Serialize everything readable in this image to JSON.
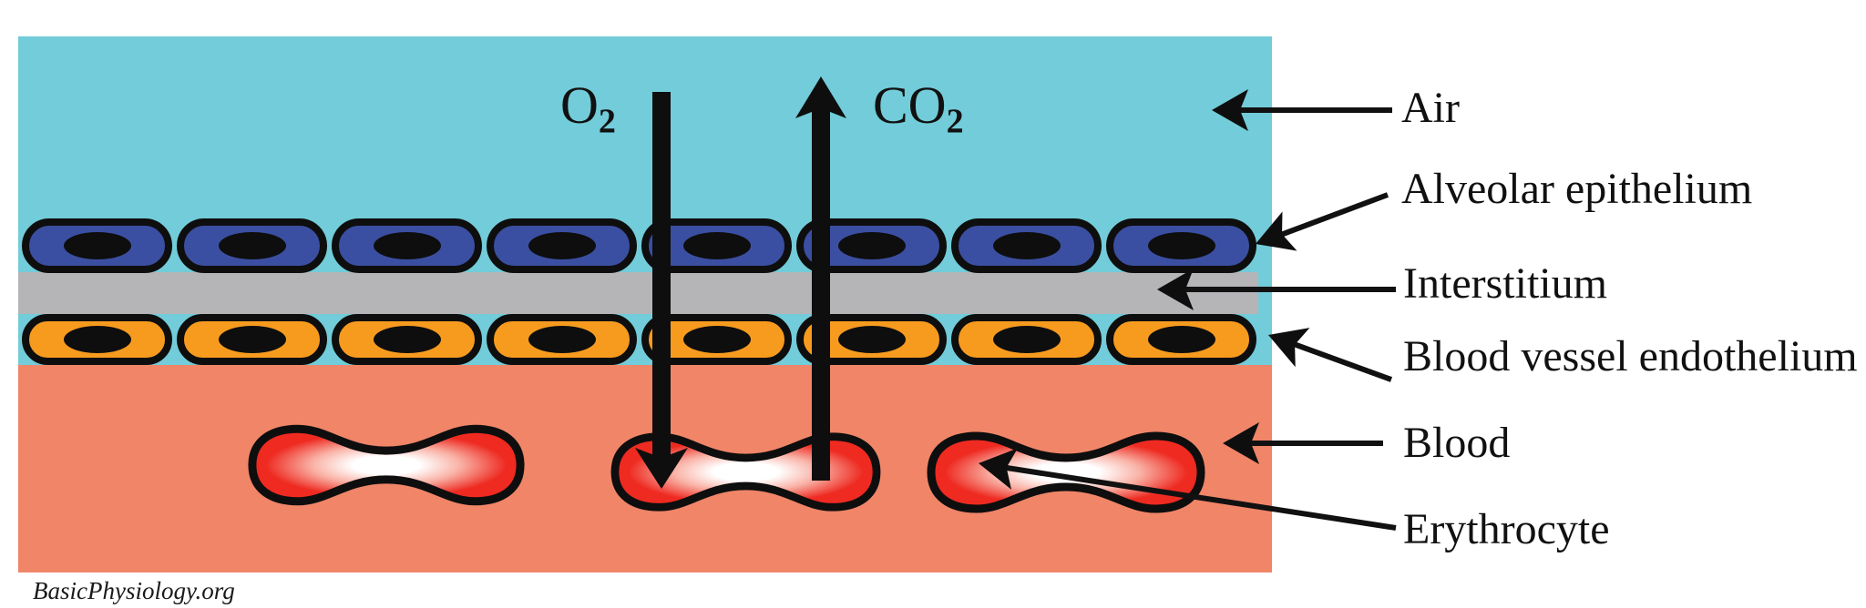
{
  "watermark": "BasicPhysiology.org",
  "labels": {
    "air": "Air",
    "alveolar_epithelium": "Alveolar epithelium",
    "interstitium": "Interstitium",
    "blood_vessel_endothelium": "Blood vessel endothelium",
    "blood": "Blood",
    "erythrocyte": "Erythrocyte"
  },
  "molecules": {
    "oxygen": {
      "symbol": "O",
      "subscript": "2",
      "arrow_direction": "down into blood"
    },
    "carbon_dioxide": {
      "symbol": "CO",
      "subscript": "2",
      "arrow_direction": "up into air"
    }
  },
  "structure": {
    "alveolar_epithelium_cells": 8,
    "endothelium_cells": 8,
    "erythrocytes": 3
  },
  "colors": {
    "air": "#72ccd9",
    "epithelium_cell": "#3b4fa2",
    "interstitium": "#b5b5b7",
    "endothelium_cell": "#f79b1f",
    "blood": "#f08568",
    "erythrocyte_red": "#ee2a21",
    "outline": "#0e0e0e"
  }
}
